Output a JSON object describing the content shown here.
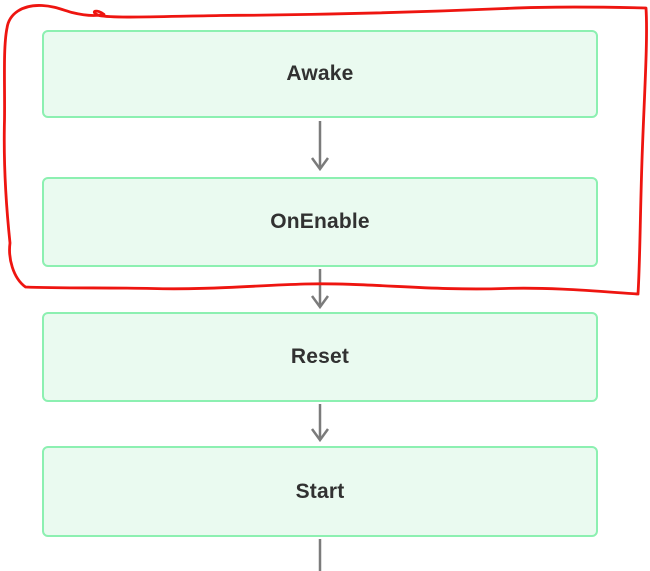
{
  "diagram": {
    "type": "flowchart",
    "nodes": [
      {
        "label": "Awake"
      },
      {
        "label": "OnEnable"
      },
      {
        "label": "Reset"
      },
      {
        "label": "Start"
      }
    ],
    "edges": [
      {
        "from": "Awake",
        "to": "OnEnable",
        "style": "arrow-down"
      },
      {
        "from": "OnEnable",
        "to": "Reset",
        "style": "arrow-down"
      },
      {
        "from": "Reset",
        "to": "Start",
        "style": "arrow-down"
      },
      {
        "from": "Start",
        "to": "",
        "style": "line-continues-offscreen"
      }
    ],
    "annotation": {
      "type": "freehand-red-loop",
      "encircles": [
        "Awake",
        "OnEnable"
      ],
      "color": "#ee1510"
    },
    "colors": {
      "background": "#ffffff",
      "node_fill": "#eafaf0",
      "node_border": "#8cf0b1",
      "node_text": "#313131",
      "arrow": "#7b7b7b",
      "annotation": "#ee1510"
    }
  }
}
